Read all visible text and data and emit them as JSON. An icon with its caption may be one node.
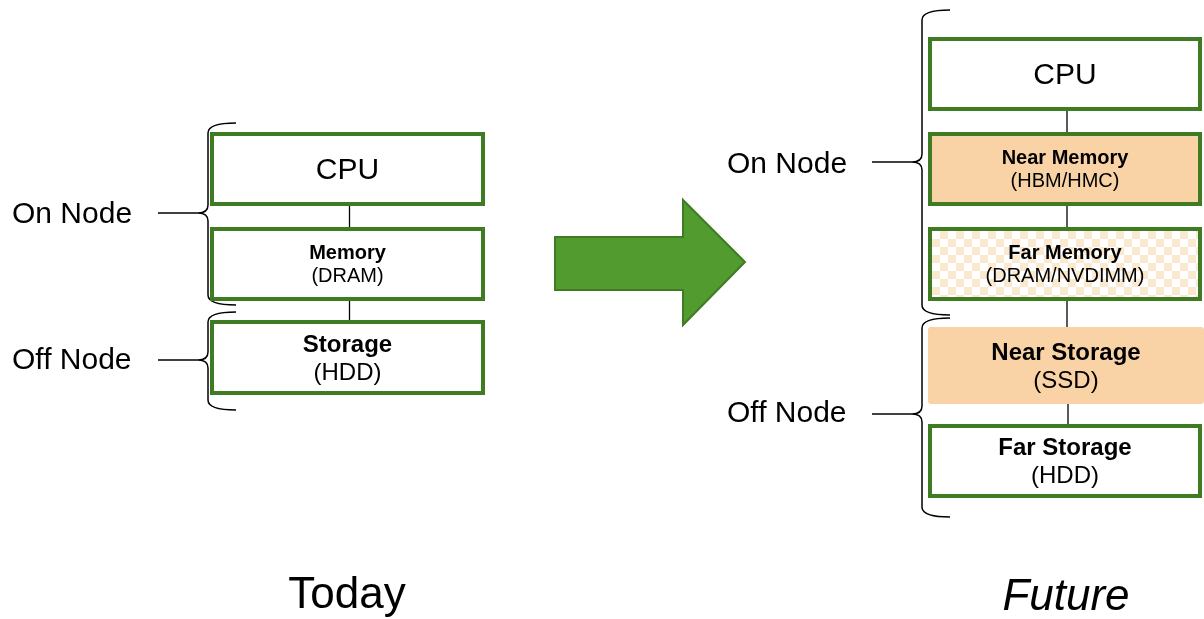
{
  "diagram": {
    "nodes": [
      {
        "text": [
          "CPU"
        ]
      },
      {
        "text": [
          "Memory",
          "(DRAM)"
        ]
      },
      {
        "text": [
          "Storage",
          "(HDD)"
        ]
      },
      {
        "text": [
          "CPU"
        ]
      },
      {
        "text": [
          "Near Memory",
          "(HBM/HMC)"
        ]
      },
      {
        "text": [
          "Far Memory",
          "(DRAM/NVDIMM)"
        ]
      },
      {
        "text": [
          "Near Storage",
          "(SSD)"
        ]
      },
      {
        "text": [
          "Far Storage",
          "(HDD)"
        ]
      }
    ],
    "edges": [
      {
        "from": 0,
        "to": 1,
        "arrow": "none"
      },
      {
        "from": 1,
        "to": 2,
        "arrow": "none"
      },
      {
        "from": 3,
        "to": 4,
        "arrow": "none"
      },
      {
        "from": 4,
        "to": 5,
        "arrow": "none"
      },
      {
        "from": 5,
        "to": 6,
        "arrow": "none"
      },
      {
        "from": 6,
        "to": 7,
        "arrow": "none"
      }
    ],
    "labels": [
      "On Node",
      "Off Node",
      "On Node",
      "Off Node",
      "Today",
      "Future"
    ]
  }
}
